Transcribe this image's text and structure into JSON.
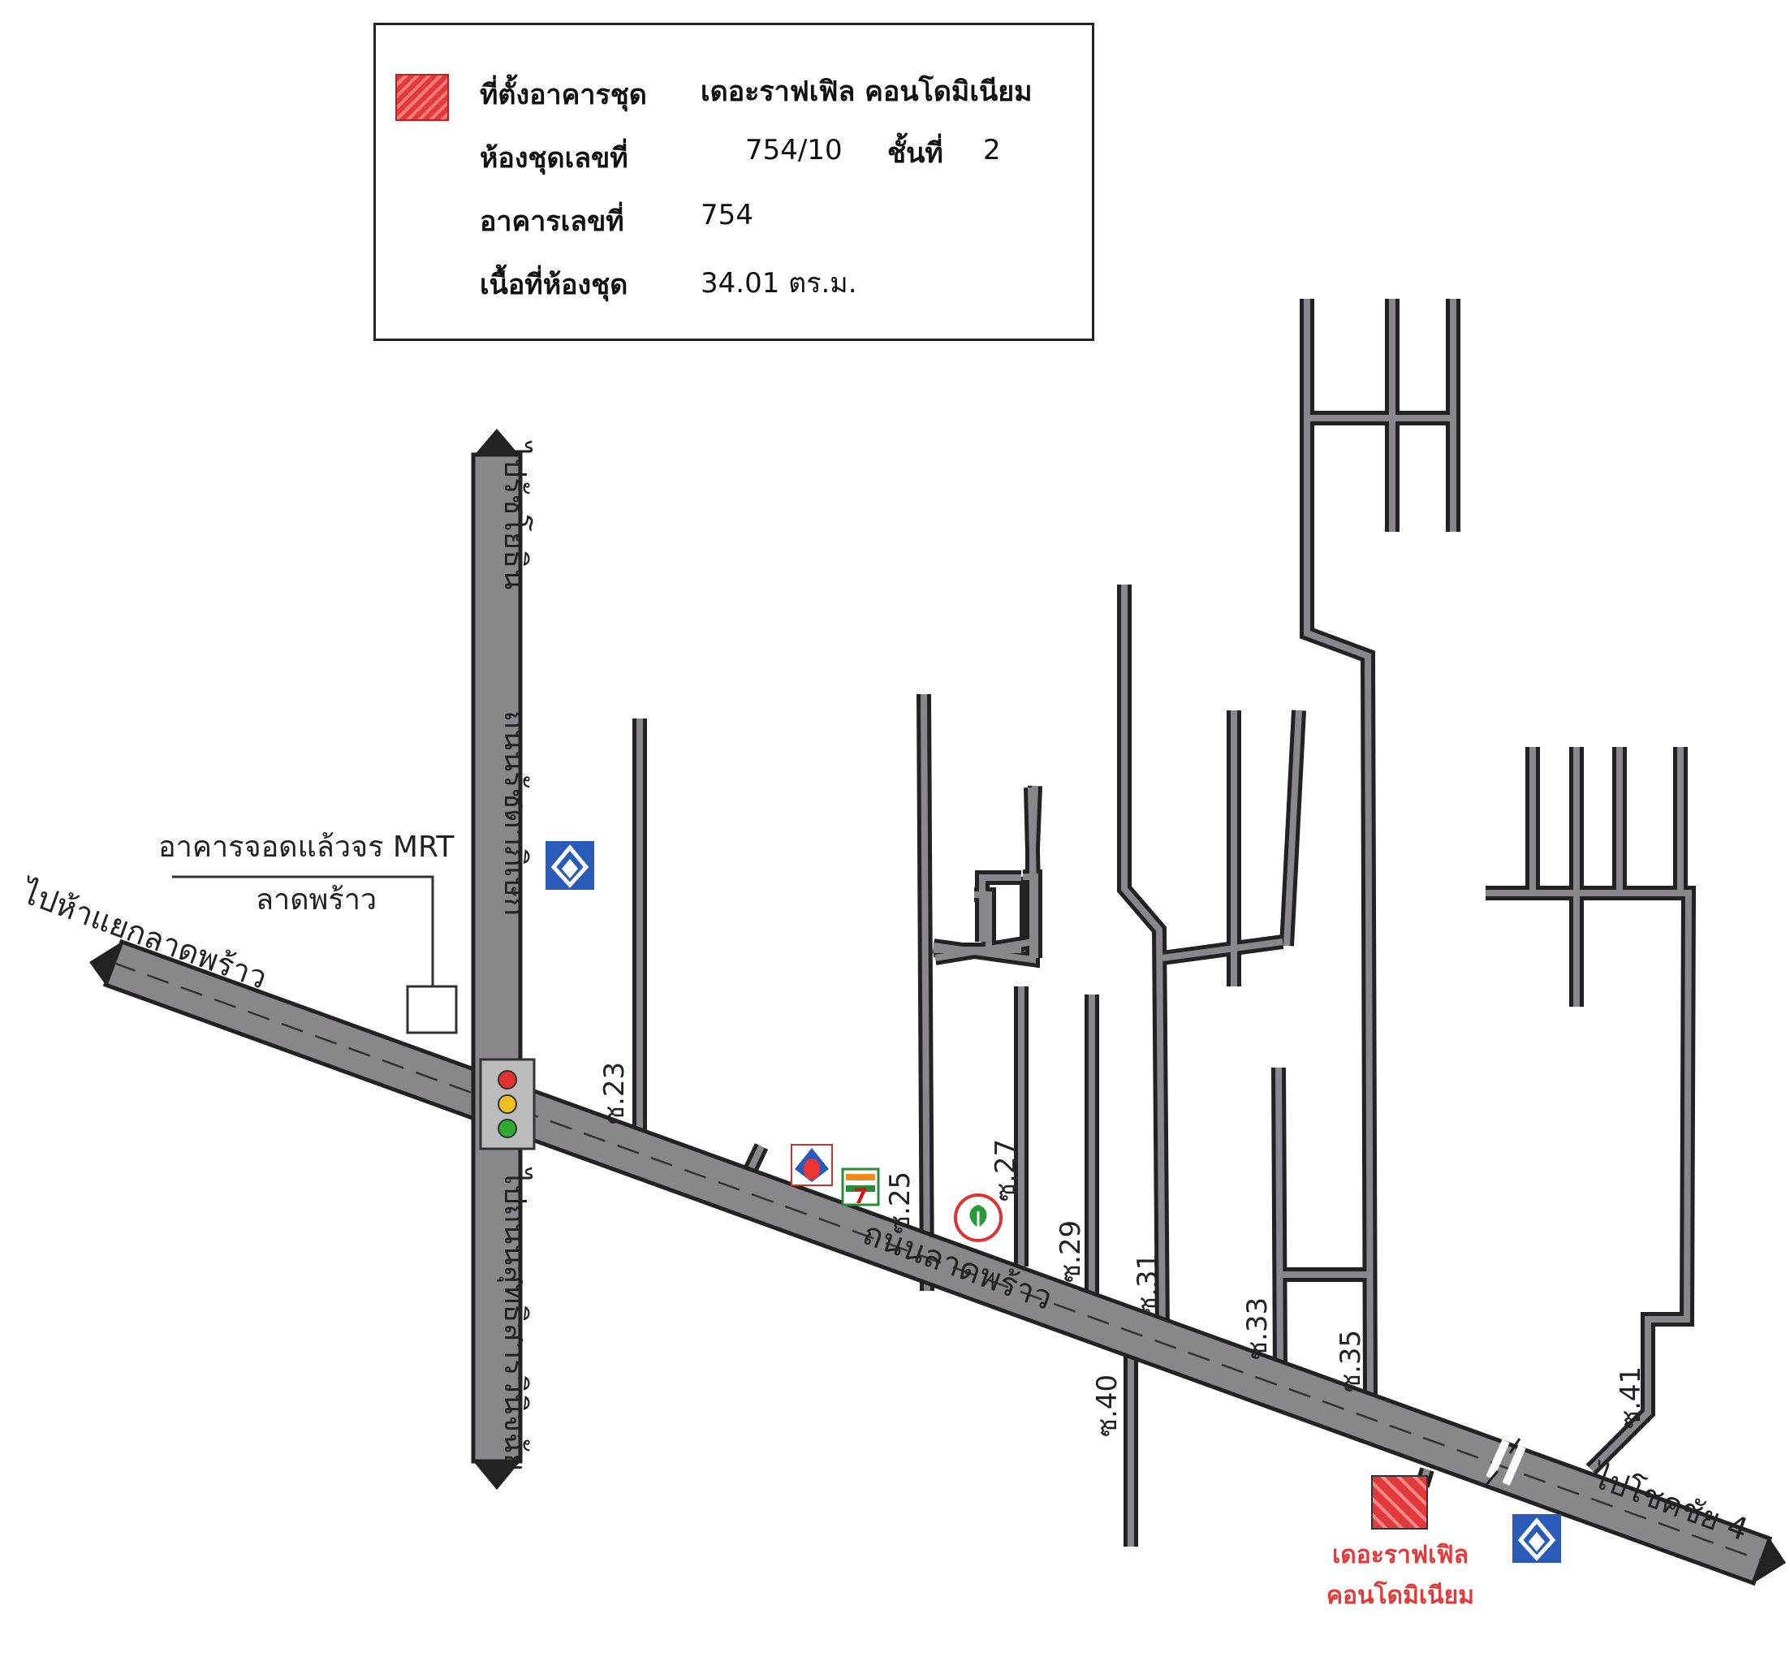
{
  "legend": {
    "location_label": "ที่ตั้งอาคารชุด",
    "project_name": "เดอะราฟเฟิล คอนโดมิเนียม",
    "unit_label": "ห้องชุดเลขที่",
    "unit_number": "754/10",
    "floor_label": "ชั้นที่",
    "floor_number": "2",
    "building_label": "อาคารเลขที่",
    "building_number": "754",
    "area_label": "เนื้อที่ห้องชุด",
    "area_value": "34.01 ตร.ม."
  },
  "map": {
    "main_road": "ถนนลาดพร้าว",
    "cross_road_north": "ถนนรัชดาภิเษก",
    "to_ratchayothin": "ไปรัชโยธิน",
    "to_sutthisan": "ไปถนนสุทธิสารวินิจฉัย",
    "to_ladprao_junction": "ไปห้าแยกลาดพร้าว",
    "to_chokchai4": "ไปโชคชัย 4",
    "mrt_parking": "อาคารจอดแล้วจร MRT",
    "mrt_station": "ลาดพร้าว",
    "sois": [
      "ซ.23",
      "ซ.25",
      "ซ.27",
      "ซ.29",
      "ซ.31",
      "ซ.33",
      "ซ.35",
      "ซ.40",
      "ซ.41"
    ],
    "destination_line1": "เดอะราฟเฟิล",
    "destination_line2": "คอนโดมิเนียม"
  },
  "colors": {
    "road_fill": "#8a878c",
    "road_edge": "#222222",
    "destination": "#e23a3a",
    "bank_blue": "#2a5bb8"
  },
  "icons": [
    "traffic-light-icon",
    "bank-icon",
    "gas-station-icon",
    "seven-eleven-icon",
    "kasikorn-icon"
  ]
}
